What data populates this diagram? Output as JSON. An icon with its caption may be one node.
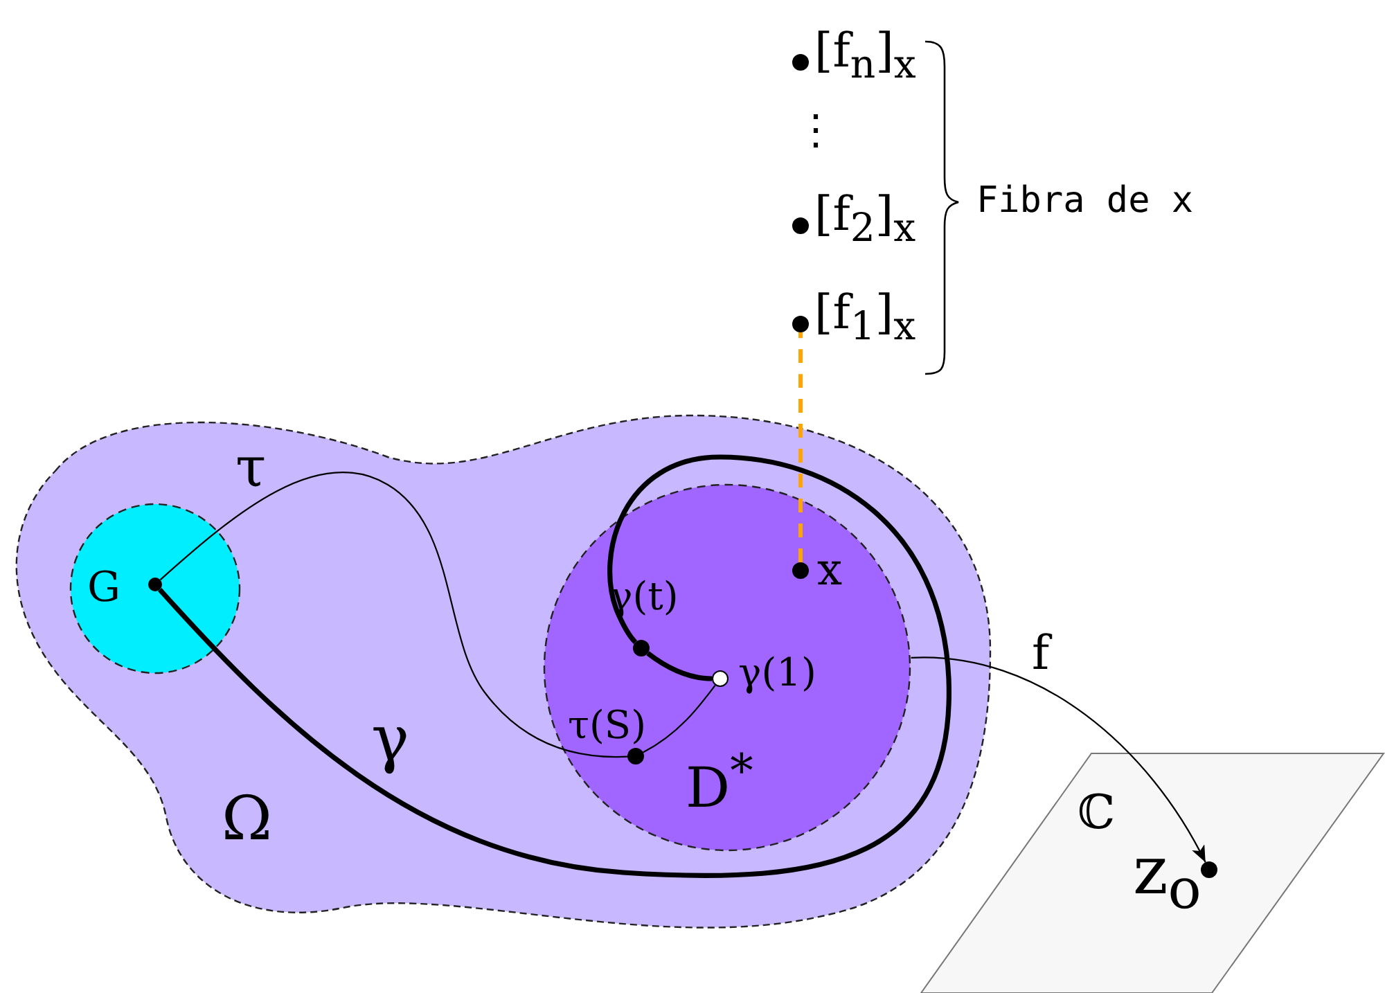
{
  "diagram": {
    "nodes": [
      {
        "text": [
          "Ω"
        ]
      },
      {
        "text": [
          "G"
        ],
        "in": 0
      },
      {
        "text": [],
        "shape": "circle",
        "in": 1
      },
      {
        "text": [
          "D$^{*}$"
        ],
        "in": 0
      },
      {
        "text": [],
        "shape": "circle",
        "in": 3,
        "beside": [
          "x"
        ]
      },
      {
        "text": [],
        "shape": "circle",
        "in": 3,
        "beside": [
          "γ(t)"
        ]
      },
      {
        "text": [],
        "shape": "circle",
        "in": 3,
        "beside": [
          "γ(1)"
        ]
      },
      {
        "text": [],
        "shape": "circle",
        "in": 3,
        "beside": [
          "τ(S)"
        ]
      },
      {
        "text": [],
        "shape": "circle",
        "beside": [
          "[f$_{n}$]$_{x}$"
        ]
      },
      {
        "text": [],
        "shape": "circle",
        "beside": [
          "[f$_{2}$]$_{x}$"
        ]
      },
      {
        "text": [],
        "shape": "circle",
        "beside": [
          "[f$_{1}$]$_{x}$"
        ]
      },
      {
        "text": [
          "ℂ"
        ]
      },
      {
        "text": [],
        "shape": "circle",
        "in": 11,
        "beside": [
          "z$_{o}$"
        ]
      }
    ],
    "edges": [
      {
        "from": 2,
        "to": 7,
        "arrow": "none",
        "label": "τ"
      },
      {
        "from": 7,
        "to": 6,
        "arrow": "none"
      },
      {
        "from": 2,
        "to": 5,
        "arrow": "none",
        "label": "γ",
        "style": "thick"
      },
      {
        "from": 5,
        "to": 6,
        "arrow": "none",
        "style": "thick"
      },
      {
        "from": 4,
        "to": 10,
        "arrow": "none",
        "style": "dashed",
        "color": "#ffa500"
      },
      {
        "from": 3,
        "to": 12,
        "arrow": "to",
        "label": "f"
      }
    ],
    "labels": [
      "⋮",
      "Fibra de x"
    ]
  }
}
